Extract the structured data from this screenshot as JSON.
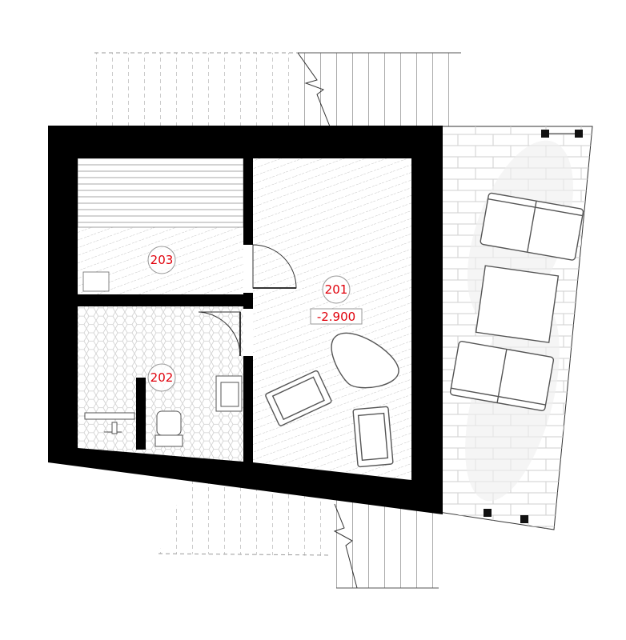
{
  "rooms": [
    {
      "number": "203"
    },
    {
      "number": "202"
    },
    {
      "number": "201",
      "level": "-2.900"
    }
  ],
  "colors": {
    "wall": "#000000",
    "label": "#e0000b",
    "hatch": "#8a8a8a",
    "paving": "#cfcfcf"
  }
}
